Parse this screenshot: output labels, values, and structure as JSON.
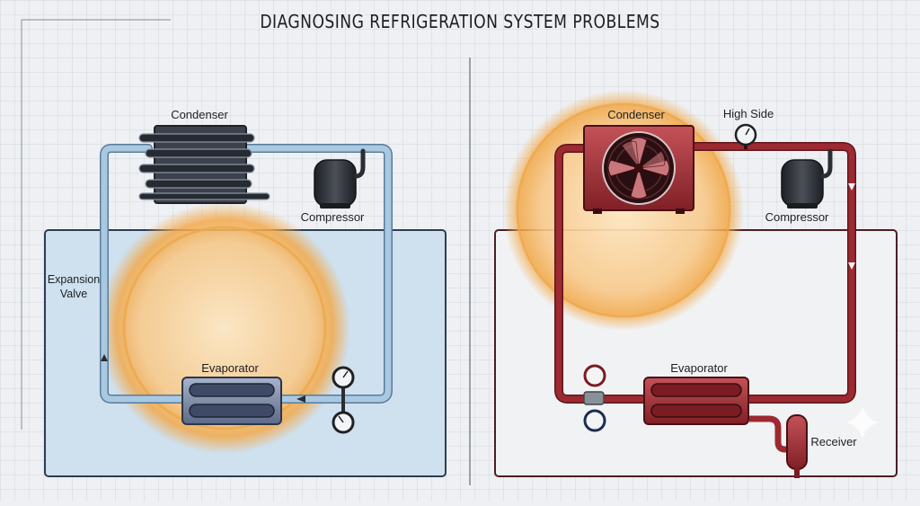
{
  "title": "DIAGNOSING REFRIGERATION SYSTEM PROBLEMS",
  "left_panel": {
    "condenser_label": "Condenser",
    "compressor_label": "Compressor",
    "expansion_valve_label_line1": "Expansion",
    "expansion_valve_label_line2": "Valve",
    "evaporator_label": "Evaporator",
    "line_color": "#a9c9e3",
    "box_color": "#cfe0ee"
  },
  "right_panel": {
    "condenser_label": "Condenser",
    "high_side_label": "High Side",
    "compressor_label": "Compressor",
    "evaporator_label": "Evaporator",
    "receiver_label": "Receiver",
    "line_color": "#9c2a30"
  },
  "colors": {
    "background": "#eef0f3",
    "grid": "#d3d7dd",
    "hot_glow": "#f6b14e",
    "dark_component": "#2e3138"
  }
}
